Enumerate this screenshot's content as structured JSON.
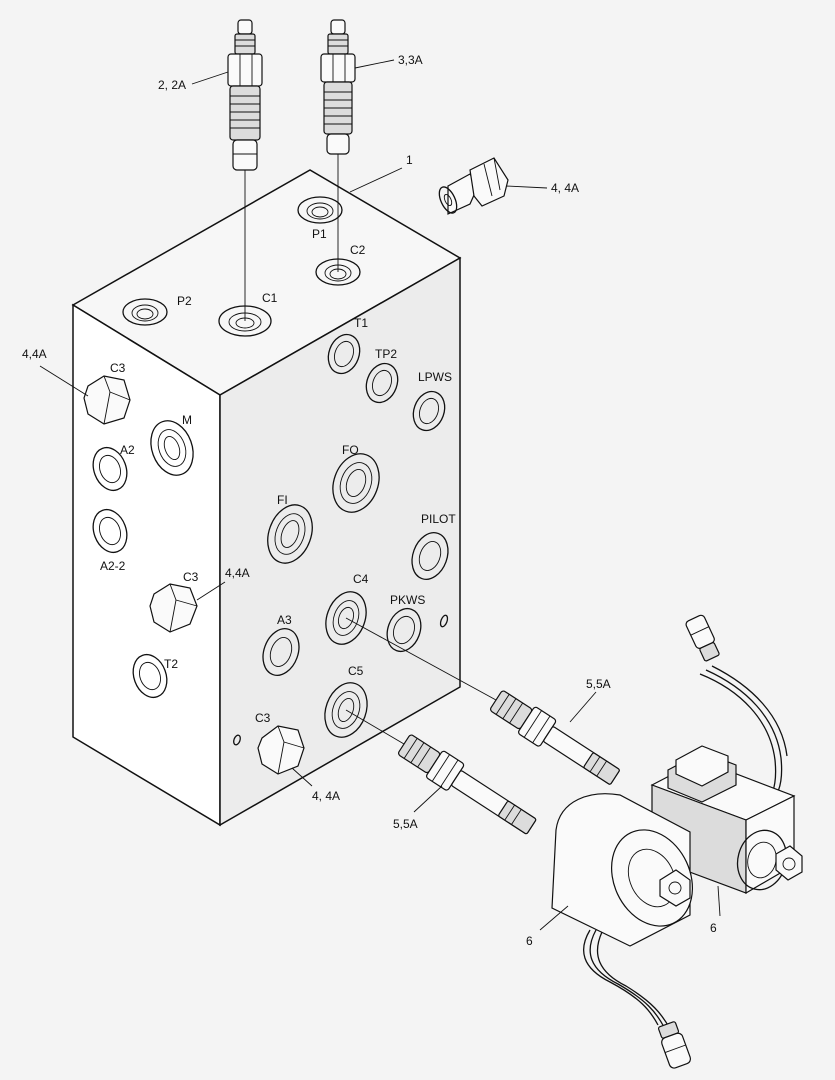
{
  "labels": {
    "top_left_cartridge": "2, 2A",
    "top_right_cartridge": "3,3A",
    "block": "1",
    "plug_top_right": "4, 4A",
    "plug_left": "4,4A",
    "plug_mid": "4,4A",
    "plug_bottom": "4, 4A",
    "solenoid_valve_upper": "5,5A",
    "solenoid_valve_lower": "5,5A",
    "coil_left": "6",
    "coil_right": "6"
  },
  "ports": {
    "p1": "P1",
    "c2": "C2",
    "p2": "P2",
    "c1": "C1",
    "t1": "T1",
    "tp2": "TP2",
    "lpws": "LPWS",
    "c3_upper": "C3",
    "m": "M",
    "a2": "A2",
    "a2_2": "A2-2",
    "fo": "FO",
    "fi": "FI",
    "pilot": "PILOT",
    "c3_mid": "C3",
    "c4": "C4",
    "pkws": "PKWS",
    "a3": "A3",
    "t2": "T2",
    "c5": "C5",
    "c3_lower": "C3"
  }
}
